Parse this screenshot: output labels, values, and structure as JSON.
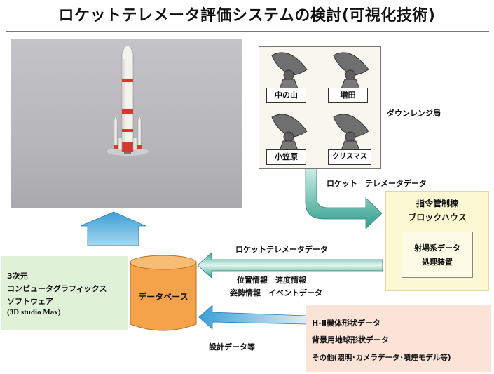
{
  "title": "ロケットテレメータ評価システムの検討(可視化技術)",
  "stations": [
    {
      "name": "中の山"
    },
    {
      "name": "増田"
    },
    {
      "name": "小笠原"
    },
    {
      "name": "クリスマス"
    }
  ],
  "downrange_label": "ダウンレンジ局",
  "telemetry_flow_label": "ロケット　テレメータデータ",
  "control": {
    "line1": "指令管制棟",
    "line2": "ブロックハウス",
    "processor_line1": "射場系データ",
    "processor_line2": "処理装置"
  },
  "telemetry_db_label": "ロケットテレメータデータ",
  "info_line1": "位置情報　速度情報",
  "info_line2": "姿勢情報　イベントデータ",
  "database_label": "データベース",
  "cg": {
    "line1": "3次元",
    "line2": "コンピュータグラフィックス",
    "line3": "ソフトウェア",
    "line4": "(3D studio Max)"
  },
  "design_label": "設計データ等",
  "shapes": {
    "line1": "H-Ⅱ機体形状データ",
    "line2": "背景用地球形状データ",
    "line3": "その他(照明･カメラデータ･噴煙モデル等)"
  },
  "colors": {
    "arrow_teal_dark": "#2f9e8f",
    "arrow_teal_light": "#cdeee4",
    "arrow_blue": "#4aa9dd",
    "database_orange": "#f5a34a",
    "rocket_red": "#d8382c"
  }
}
